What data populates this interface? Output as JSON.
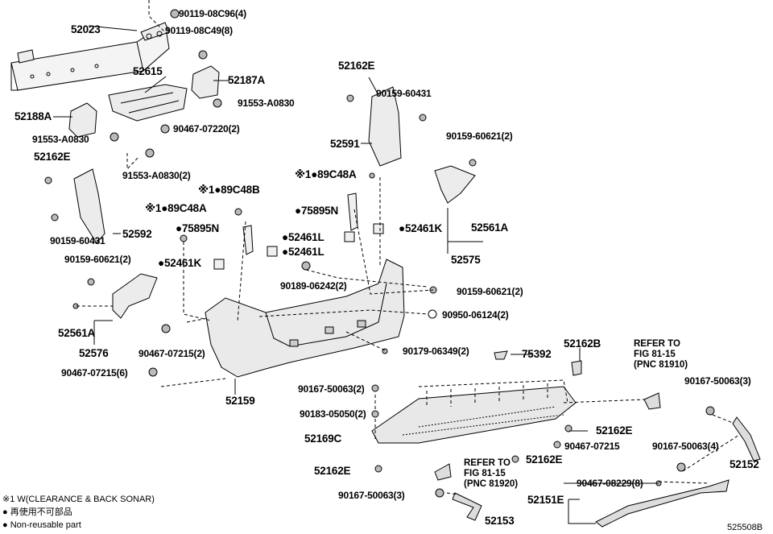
{
  "diagram_code": "525508B",
  "legend": {
    "note1": "※1  W(CLEARANCE & BACK SONAR)",
    "jp_text": "再使用不可部品",
    "en_text": "Non-reusable part"
  },
  "refer_1": {
    "l1": "REFER TO",
    "l2": "FIG 81-15",
    "l3": "(PNC 81910)"
  },
  "refer_2": {
    "l1": "REFER TO",
    "l2": "FIG 81-15",
    "l3": "(PNC 81920)"
  },
  "labels": {
    "p52023": "52023",
    "p90119_08c96": "90119-08C96(4)",
    "p90119_08c49": "90119-08C49(8)",
    "p52615": "52615",
    "p52187a": "52187A",
    "p91553_a0830_r": "91553-A0830",
    "p52188a": "52188A",
    "p90467_07220": "90467-07220(2)",
    "p91553_a0830_l": "91553-A0830",
    "p91553_a0830_2": "91553-A0830(2)",
    "p52162e_a": "52162E",
    "p52162e_b": "52162E",
    "p90159_60431_a": "90159-60431",
    "p52591": "52591",
    "p90159_60621_a": "90159-60621(2)",
    "p89c48a_a": "※1●89C48A",
    "p89c48b": "※1●89C48B",
    "p89c48a_b": "※1●89C48A",
    "p75895n_a": "●75895N",
    "p75895n_b": "●75895N",
    "p52461l_a": "●52461L",
    "p52461l_b": "●52461L",
    "p52461k_a": "●52461K",
    "p52461k_b": "●52461K",
    "p52561a_a": "52561A",
    "p52575": "52575",
    "p90159_60431_b": "90159-60431",
    "p52592": "52592",
    "p90159_60621_b": "90159-60621(2)",
    "p90189_06242": "90189-06242(2)",
    "p90159_60621_c": "90159-60621(2)",
    "p90950_06124": "90950-06124(2)",
    "p52561a_b": "52561A",
    "p52576": "52576",
    "p90467_07215_2": "90467-07215(2)",
    "p90179_06349": "90179-06349(2)",
    "p90467_07215_6": "90467-07215(6)",
    "p52159": "52159",
    "p75392": "75392",
    "p52162b": "52162B",
    "p90167_50063_2": "90167-50063(2)",
    "p90183_05050": "90183-05050(2)",
    "p52169c": "52169C",
    "p52162e_c": "52162E",
    "p90467_07215": "90467-07215",
    "p52162e_d": "52162E",
    "p52162e_e": "52162E",
    "p90167_50063_3a": "90167-50063(3)",
    "p90167_50063_4": "90167-50063(4)",
    "p52152": "52152",
    "p90167_50063_3b": "90167-50063(3)",
    "p90467_08229": "90467-08229(8)",
    "p52151e": "52151E",
    "p52153": "52153"
  }
}
